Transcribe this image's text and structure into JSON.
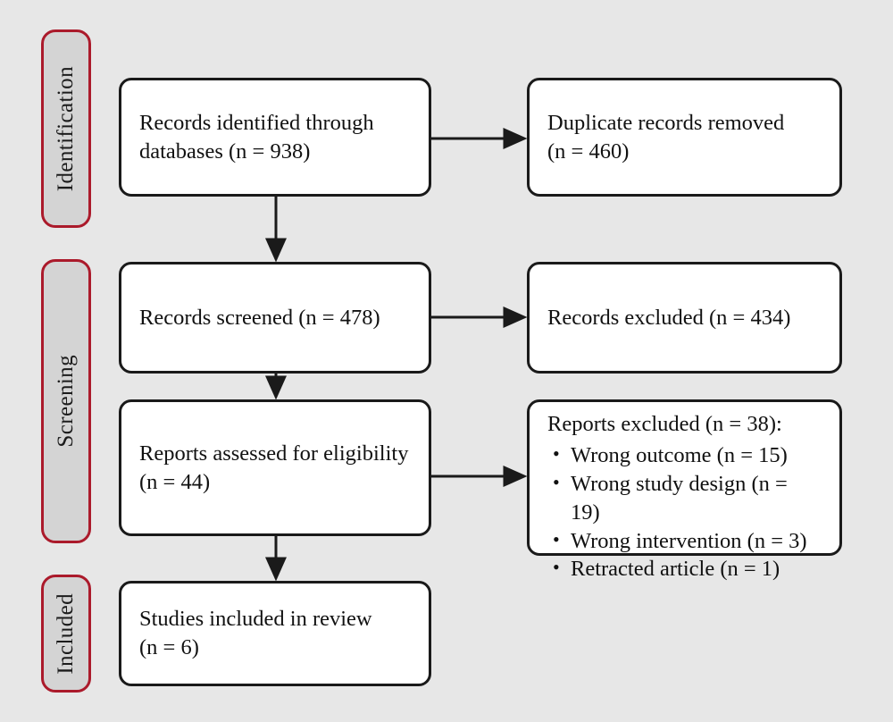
{
  "figure": {
    "kind": "prisma-flow-diagram",
    "background_color": "#e7e7e7",
    "accent_color": "#ab1a2b",
    "stage_fill_color": "#d4d4d4",
    "box_border_color": "#1a1a1a",
    "box_fill_color": "#ffffff"
  },
  "stages": [
    {
      "id": "identification",
      "label": "Identification"
    },
    {
      "id": "screening",
      "label": "Screening"
    },
    {
      "id": "included",
      "label": "Included"
    }
  ],
  "boxes": {
    "identified": {
      "text": "Records identified through\ndatabases (n = 938)",
      "n": 938
    },
    "duplicates": {
      "text": "Duplicate records removed\n(n = 460)",
      "n": 460
    },
    "screened": {
      "text": "Records screened (n = 478)",
      "n": 478
    },
    "excluded_records": {
      "text": "Records excluded (n = 434)",
      "n": 434
    },
    "eligibility": {
      "text": "Reports assessed for eligibility\n(n = 44)",
      "n": 44
    },
    "excluded_reports": {
      "heading": "Reports excluded (n = 38):",
      "n": 38,
      "reasons": [
        {
          "label": "Wrong outcome (n = 15)",
          "n": 15
        },
        {
          "label": "Wrong study design (n = 19)",
          "n": 19
        },
        {
          "label": "Wrong intervention (n = 3)",
          "n": 3
        },
        {
          "label": "Retracted article (n = 1)",
          "n": 1
        }
      ]
    },
    "included": {
      "text": "Studies included in review\n(n = 6)",
      "n": 6
    }
  }
}
